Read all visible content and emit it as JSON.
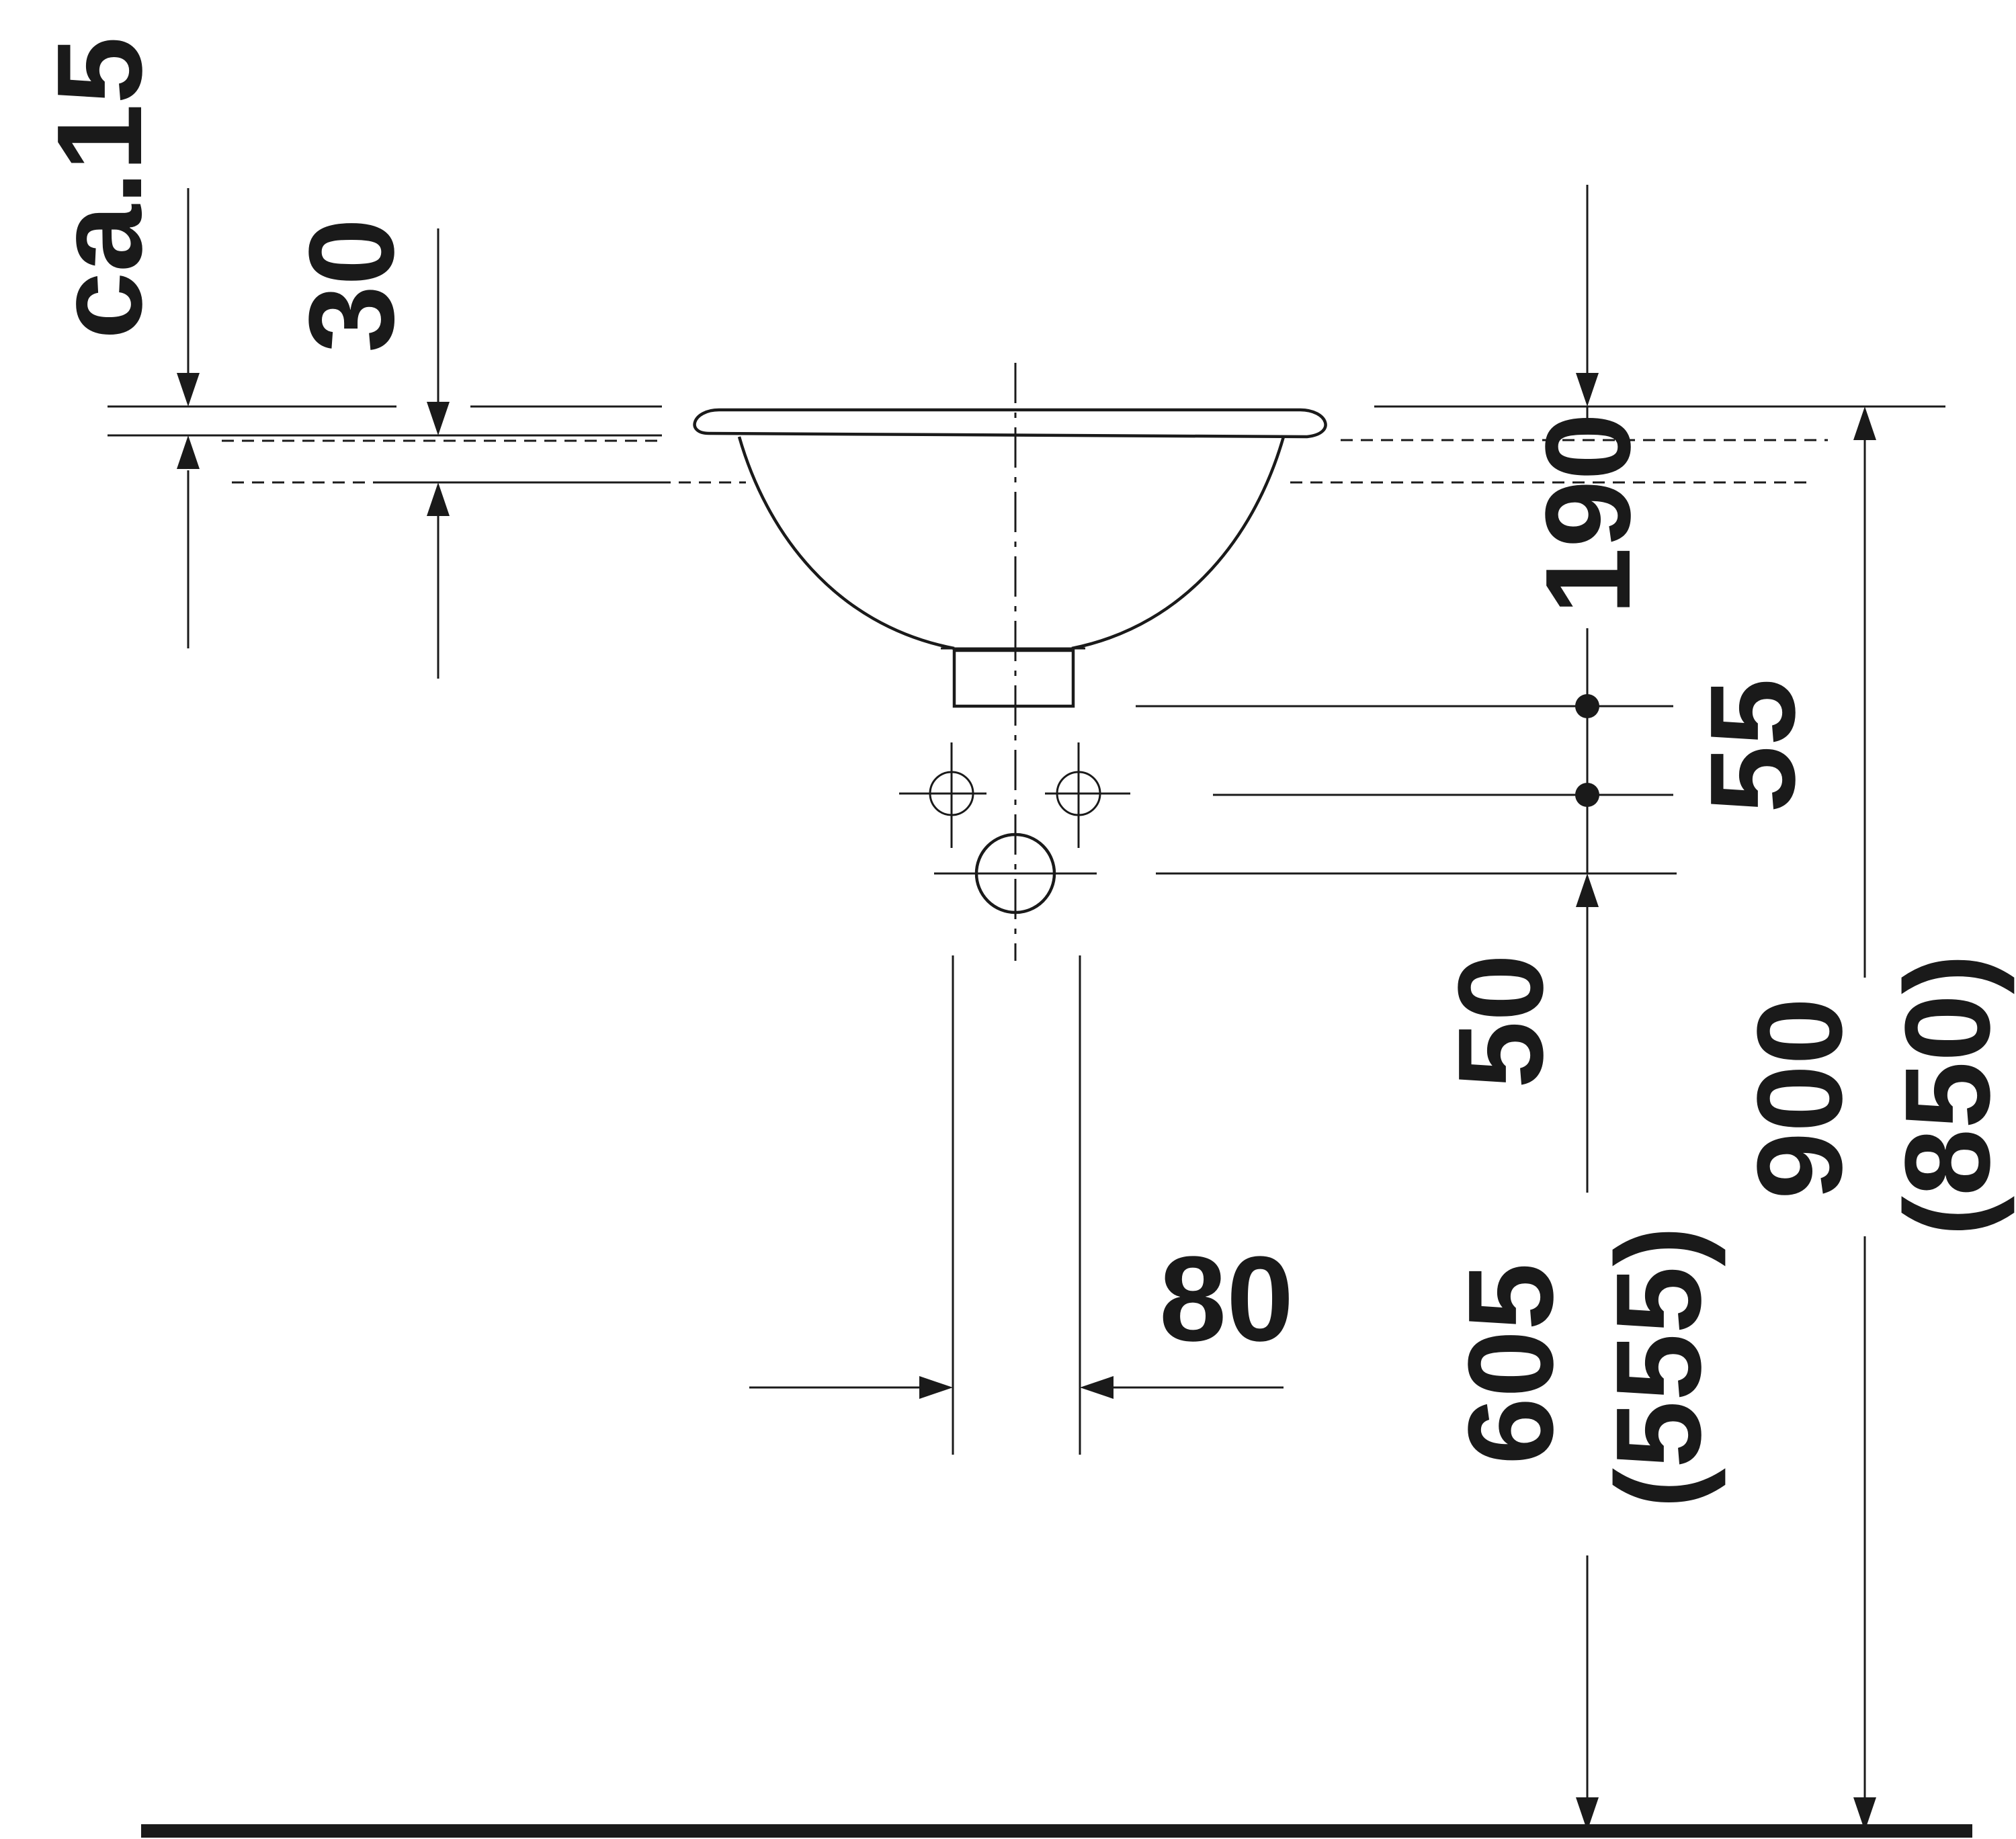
{
  "dimensions": {
    "rim_offset": "ca.15",
    "rim_thickness": "30",
    "basin_depth": "190",
    "drain_spacing": "55",
    "connection_spacing": "50",
    "trap_width": "80",
    "drain_height": "605",
    "drain_height_alt": "(555)",
    "rim_height": "900",
    "rim_height_alt": "(850)"
  }
}
